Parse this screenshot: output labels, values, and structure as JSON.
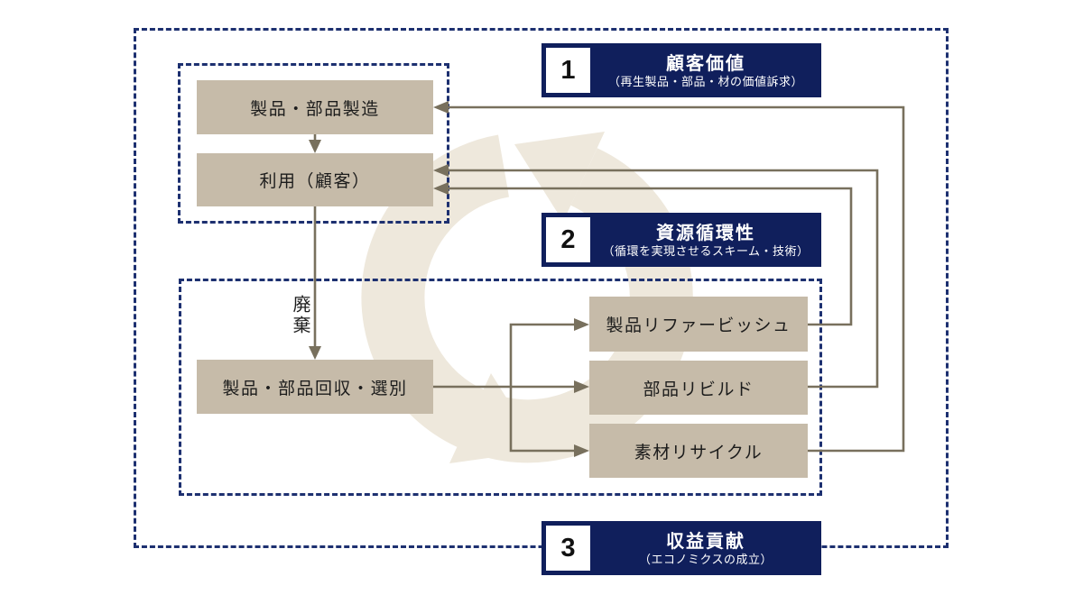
{
  "colors": {
    "navy_label_bg": "#101f5c",
    "beige_box": "#c6bba9",
    "arrow_line": "#78705d",
    "dashed_border": "#1d3070",
    "watermark": "#eee8dc",
    "label_text": "#ffffff",
    "node_text": "#1c1c1c"
  },
  "nodes": {
    "manufacture": "製品・部品製造",
    "use": "利用（顧客）",
    "disposal": "廃棄",
    "collection": "製品・部品回収・選別",
    "refurbish": "製品リファービッシュ",
    "rebuild": "部品リビルド",
    "recycle": "素材リサイクル"
  },
  "labels": [
    {
      "number": "1",
      "title": "顧客価値",
      "subtitle": "（再生製品・部品・材の価値訴求）"
    },
    {
      "number": "2",
      "title": "資源循環性",
      "subtitle": "（循環を実現させるスキーム・技術）"
    },
    {
      "number": "3",
      "title": "収益貢献",
      "subtitle": "（エコノミクスの成立）"
    }
  ]
}
